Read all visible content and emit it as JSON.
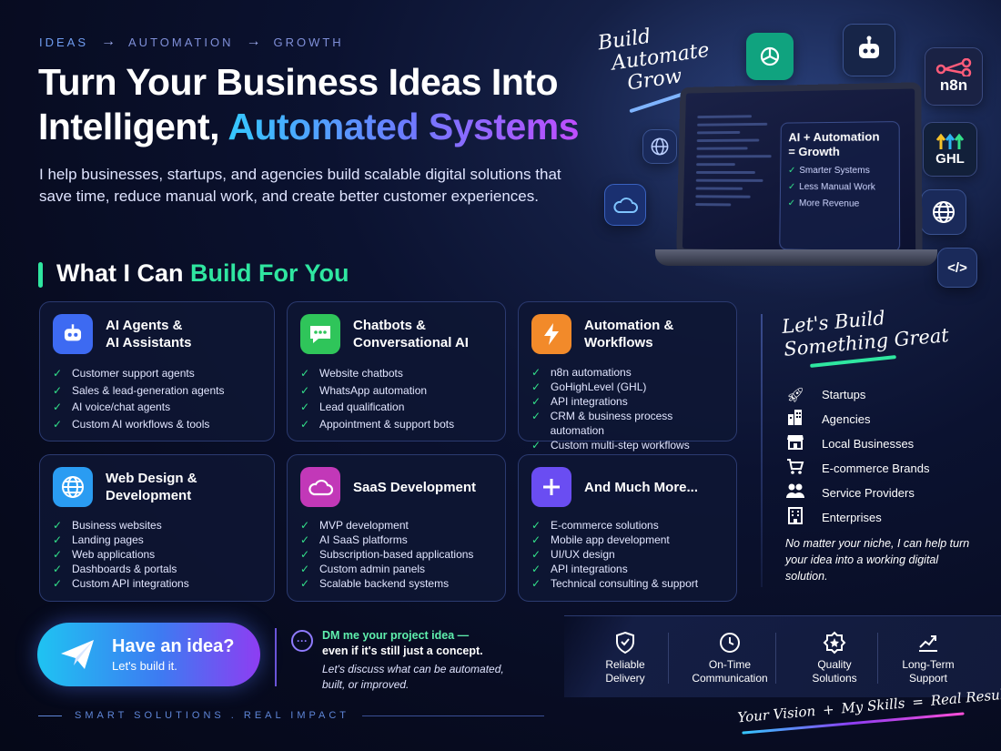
{
  "kicker": {
    "step1": "IDEAS",
    "step2": "AUTOMATION",
    "step3": "GROWTH",
    "arrow": "→"
  },
  "headline": {
    "line1": "Turn Your Business Ideas Into",
    "line2_plain": "Intelligent, ",
    "line2_accent": "Automated Systems"
  },
  "intro": "I help businesses, startups, and agencies build scalable digital solutions that save time, reduce manual work, and create better customer experiences.",
  "hero_script": {
    "l1": "Build",
    "l2": "Automate",
    "l3": "Grow"
  },
  "laptop_panel": {
    "title_l1": "AI + Automation",
    "title_l2": "= Growth",
    "items": [
      "Smarter Systems",
      "Less Manual Work",
      "More Revenue"
    ]
  },
  "floating_icons": {
    "openai": "openai-icon",
    "robot": "robot-icon",
    "n8n": "n8n",
    "ghl": "GHL",
    "globe": "globe-icon",
    "code": "</>",
    "cloud": "cloud-icon"
  },
  "section": {
    "title_plain": "What I Can ",
    "title_accent": "Build For You"
  },
  "cards": [
    {
      "title": "AI Agents & AI Assistants",
      "t1": "AI Agents &",
      "t2": "AI Assistants",
      "icon": "robot-icon",
      "color": "#3d6af2",
      "items": [
        "Customer support agents",
        "Sales & lead-generation agents",
        "AI voice/chat agents",
        "Custom AI workflows & tools"
      ]
    },
    {
      "t1": "Chatbots &",
      "t2": "Conversational AI",
      "icon": "chat-bubble-icon",
      "color": "#2fc55a",
      "items": [
        "Website chatbots",
        "WhatsApp automation",
        "Lead qualification",
        "Appointment & support bots"
      ]
    },
    {
      "t1": "Automation &",
      "t2": "Workflows",
      "icon": "lightning-icon",
      "color": "#f28a2a",
      "items": [
        "n8n automations",
        "GoHighLevel (GHL)",
        "API integrations",
        "CRM & business process automation",
        "Custom multi-step workflows"
      ]
    },
    {
      "t1": "Web Design &",
      "t2": "Development",
      "icon": "globe-icon",
      "color": "#2a9cf2",
      "items": [
        "Business websites",
        "Landing pages",
        "Web applications",
        "Dashboards & portals",
        "Custom API integrations"
      ]
    },
    {
      "t1": "SaaS Development",
      "t2": "",
      "icon": "cloud-icon",
      "color": "#c238b8",
      "items": [
        "MVP development",
        "AI SaaS platforms",
        "Subscription-based applications",
        "Custom admin panels",
        "Scalable backend systems"
      ]
    },
    {
      "t1": "And Much More...",
      "t2": "",
      "icon": "plus-icon",
      "color": "#6a4df2",
      "items": [
        "E-commerce solutions",
        "Mobile app development",
        "UI/UX design",
        "API integrations",
        "Technical consulting & support"
      ]
    }
  ],
  "right_panel": {
    "script_l1": "Let's Build",
    "script_l2": "Something Great",
    "audiences": [
      "Startups",
      "Agencies",
      "Local Businesses",
      "E-commerce Brands",
      "Service Providers",
      "Enterprises"
    ],
    "note": "No matter your niche, I can help turn your idea into a working digital solution."
  },
  "cta": {
    "title": "Have an idea?",
    "subtitle": "Let's build it."
  },
  "dm": {
    "line1": "DM me your project idea —",
    "line2": "even if it's still just a concept.",
    "line3": "Let's discuss what can be automated, built, or improved."
  },
  "features": [
    {
      "l1": "Reliable",
      "l2": "Delivery",
      "icon": "shield-check-icon"
    },
    {
      "l1": "On-Time",
      "l2": "Communication",
      "icon": "clock-icon"
    },
    {
      "l1": "Quality",
      "l2": "Solutions",
      "icon": "badge-star-icon"
    },
    {
      "l1": "Long-Term",
      "l2": "Support",
      "icon": "growth-chart-icon"
    }
  ],
  "footer": {
    "left": "SMART SOLUTIONS . REAL IMPACT"
  },
  "slogan": {
    "a": "Your Vision",
    "op1": "+",
    "b": "My Skills",
    "op2": "=",
    "c": "Real Results"
  },
  "colors": {
    "accent_green": "#2fe6a0",
    "check_green": "#33e08a",
    "accent_blue": "#35c8ff",
    "accent_purple": "#8e3df2"
  }
}
